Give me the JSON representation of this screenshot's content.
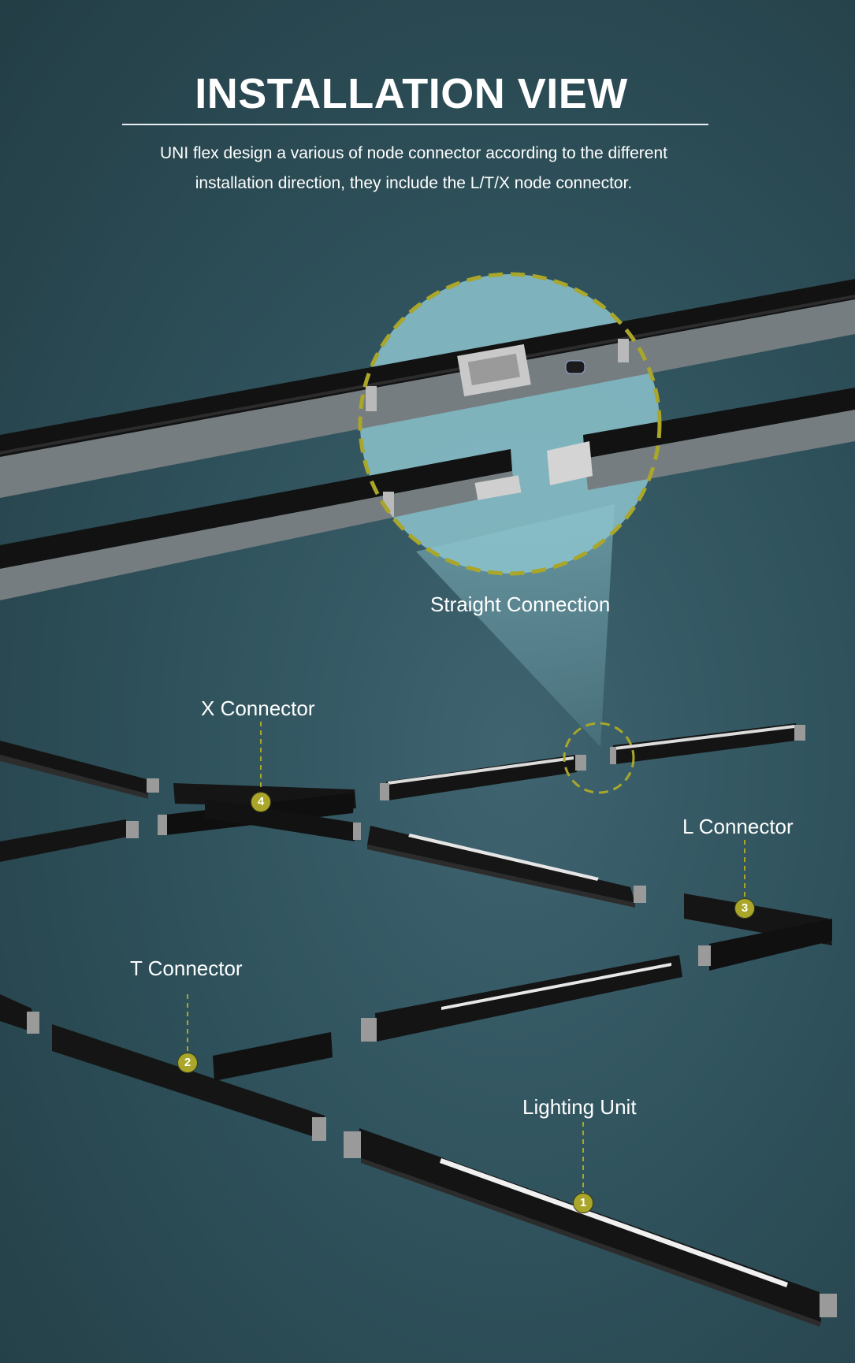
{
  "header": {
    "title": "INSTALLATION VIEW",
    "description_line1": "UNI flex design a various of node connector according to the different",
    "description_line2": "installation direction, they include the L/T/X node connector."
  },
  "callouts": [
    {
      "id": "straight",
      "label": "Straight Connection"
    },
    {
      "id": "x",
      "label": "X Connector",
      "number": "4"
    },
    {
      "id": "l",
      "label": "L Connector",
      "number": "3"
    },
    {
      "id": "t",
      "label": "T Connector",
      "number": "2"
    },
    {
      "id": "unit",
      "label": "Lighting Unit",
      "number": "1"
    }
  ],
  "colors": {
    "accent": "#a9a62a",
    "rail": "#121212",
    "rail_side": "#6f7679",
    "background": "#2f525c"
  }
}
